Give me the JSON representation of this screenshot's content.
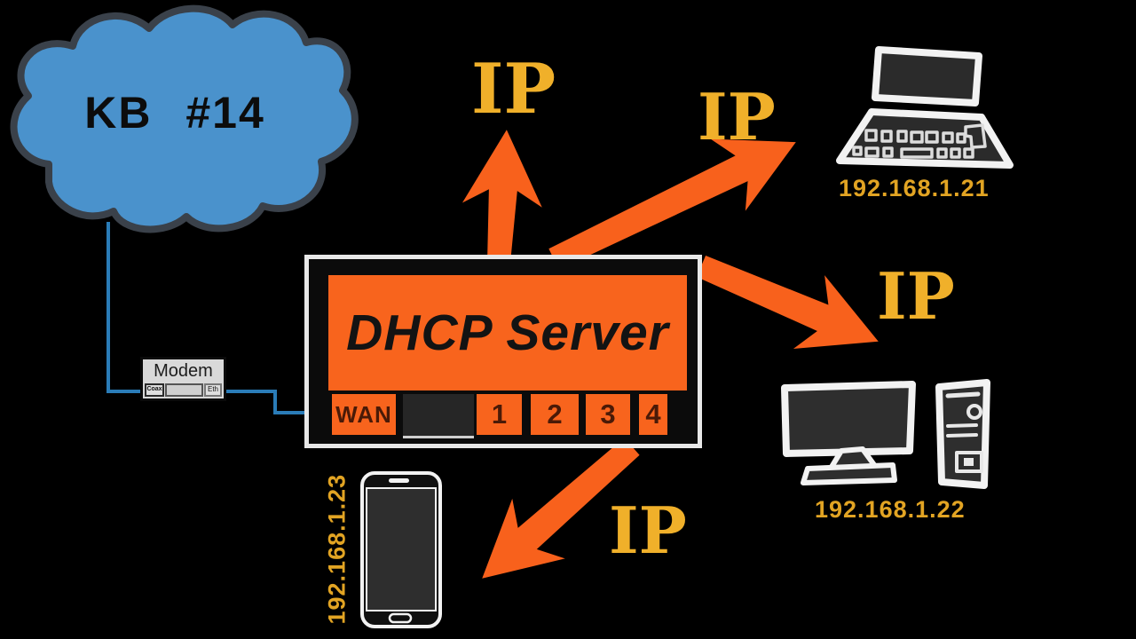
{
  "cloud": {
    "label": "KB #14"
  },
  "modem": {
    "title": "Modem",
    "coax_port": "Coax",
    "eth_port": "Eth"
  },
  "dhcp_server": {
    "title": "DHCP Server",
    "wan_label": "WAN",
    "ports": [
      "1",
      "2",
      "3",
      "4"
    ]
  },
  "arrows": {
    "labels": [
      "IP",
      "IP",
      "IP",
      "IP"
    ]
  },
  "devices": {
    "laptop_ip": "192.168.1.21",
    "desktop_ip": "192.168.1.22",
    "phone_ip": "192.168.1.23"
  },
  "colors": {
    "background": "#000000",
    "cloud_blue": "#4a92cc",
    "cloud_outline": "#3a414a",
    "wire_blue": "#2a7cb8",
    "accent_orange": "#f8641d",
    "gold": "#f0b02a",
    "device_gold": "#e2a423"
  }
}
